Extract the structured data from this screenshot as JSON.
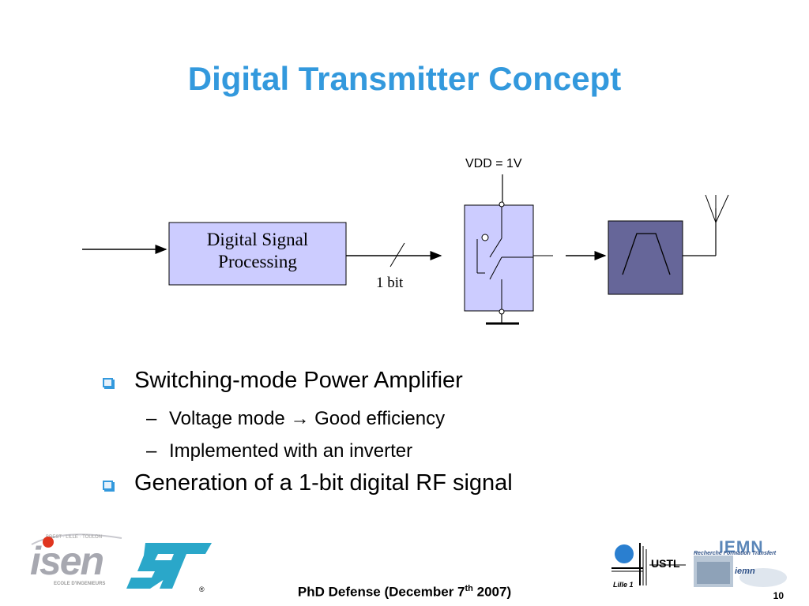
{
  "slide": {
    "title": "Digital Transmitter Concept"
  },
  "diagram": {
    "dsp_line1": "Digital Signal",
    "dsp_line2": "Processing",
    "bit_label": "1 bit",
    "vdd_label": "VDD = 1V",
    "colors": {
      "dsp_fill": "#ccccff",
      "pa_fill": "#ccccff",
      "filter_fill": "#666699"
    }
  },
  "bullets": [
    {
      "text": "Switching-mode Power Amplifier",
      "sub": [
        {
          "text_before": "Voltage mode",
          "arrow": "→",
          "text_after": "Good efficiency"
        },
        {
          "text": "Implemented with an inverter"
        }
      ]
    },
    {
      "text": "Generation of a 1-bit digital RF signal"
    }
  ],
  "footer": {
    "text_before": "PhD Defense (December 7",
    "sup": "th",
    "text_after": " 2007)",
    "page_number": "10"
  },
  "logos": {
    "isen": {
      "word": "isen",
      "top": "BREST · LILLE · TOULON",
      "bottom": "ECOLE D'INGENIEURS"
    },
    "st": {
      "reg": "®"
    },
    "ustl": {
      "word": "USTL",
      "city": "Lille 1"
    },
    "iemn": {
      "word": "IEMN",
      "tagline": "Recherche Formation Transfert",
      "small": "iemn"
    }
  },
  "theme": {
    "accent": "#3399dd"
  }
}
